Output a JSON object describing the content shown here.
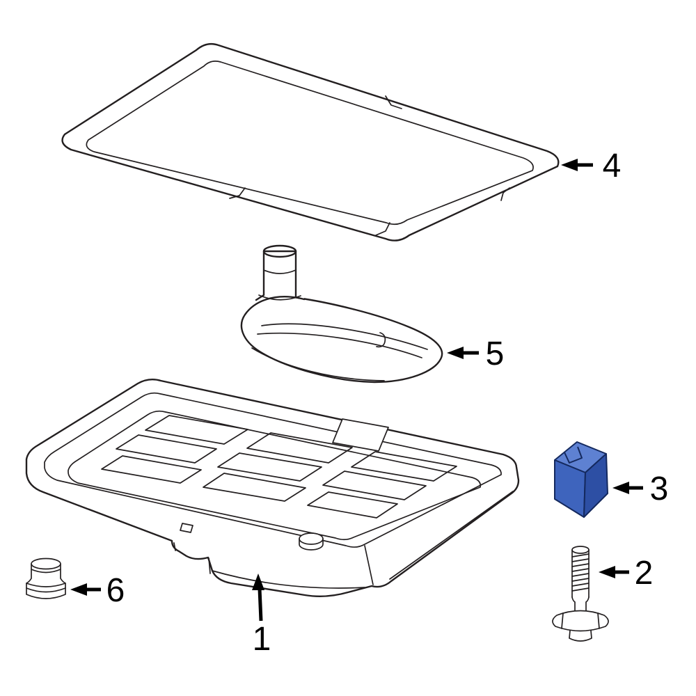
{
  "diagram": {
    "background_color": "#ffffff",
    "line_color": "#231f20",
    "label_color": "#000000",
    "callouts": {
      "oil_pan": "1",
      "bolt": "2",
      "magnet": "3",
      "gasket": "4",
      "filter": "5",
      "drain_plug": "6"
    },
    "magnet_colors": {
      "top": "#5e81d2",
      "front": "#3e64bd",
      "side": "#2d4fa4",
      "outline": "#14295e"
    }
  }
}
